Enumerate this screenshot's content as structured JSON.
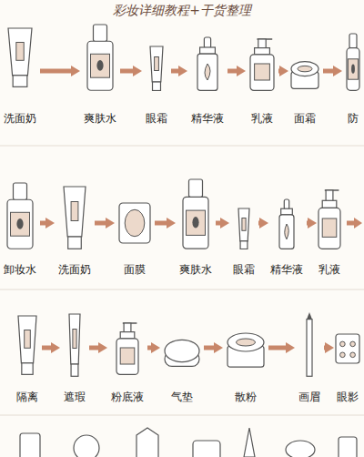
{
  "diagram": {
    "title": "彩妆详细教程+干货整理",
    "nodes": [
      {
        "text": [
          "洗面奶"
        ]
      },
      {
        "text": [
          "爽肤水"
        ]
      },
      {
        "text": [
          "眼霜"
        ]
      },
      {
        "text": [
          "精华液"
        ]
      },
      {
        "text": [
          "乳液"
        ]
      },
      {
        "text": [
          "面霜"
        ]
      },
      {
        "text": [
          "防"
        ]
      },
      {
        "text": [
          "卸妆水"
        ]
      },
      {
        "text": [
          "洗面奶"
        ]
      },
      {
        "text": [
          "面膜"
        ]
      },
      {
        "text": [
          "爽肤水"
        ]
      },
      {
        "text": [
          "眼霜"
        ]
      },
      {
        "text": [
          "精华液"
        ]
      },
      {
        "text": [
          "乳液"
        ]
      },
      {
        "text": [
          "隔离"
        ]
      },
      {
        "text": [
          "遮瑕"
        ]
      },
      {
        "text": [
          "粉底液"
        ]
      },
      {
        "text": [
          "气垫"
        ]
      },
      {
        "text": [
          "散粉"
        ]
      },
      {
        "text": [
          "画眉"
        ]
      },
      {
        "text": [
          "眼影"
        ]
      }
    ],
    "edges": [
      {
        "from": 0,
        "to": 1,
        "arrow": "to"
      },
      {
        "from": 1,
        "to": 2,
        "arrow": "to"
      },
      {
        "from": 2,
        "to": 3,
        "arrow": "to"
      },
      {
        "from": 3,
        "to": 4,
        "arrow": "to"
      },
      {
        "from": 4,
        "to": 5,
        "arrow": "to"
      },
      {
        "from": 5,
        "to": 6,
        "arrow": "to"
      },
      {
        "from": 7,
        "to": 8,
        "arrow": "to"
      },
      {
        "from": 8,
        "to": 9,
        "arrow": "to"
      },
      {
        "from": 9,
        "to": 10,
        "arrow": "to"
      },
      {
        "from": 10,
        "to": 11,
        "arrow": "to"
      },
      {
        "from": 11,
        "to": 12,
        "arrow": "to"
      },
      {
        "from": 12,
        "to": 13,
        "arrow": "to"
      },
      {
        "from": 14,
        "to": 15,
        "arrow": "to"
      },
      {
        "from": 15,
        "to": 16,
        "arrow": "to"
      },
      {
        "from": 16,
        "to": 17,
        "arrow": "to"
      },
      {
        "from": 17,
        "to": 18,
        "arrow": "to"
      },
      {
        "from": 18,
        "to": 19,
        "arrow": "to"
      },
      {
        "from": 19,
        "to": 20,
        "arrow": "to"
      }
    ]
  }
}
